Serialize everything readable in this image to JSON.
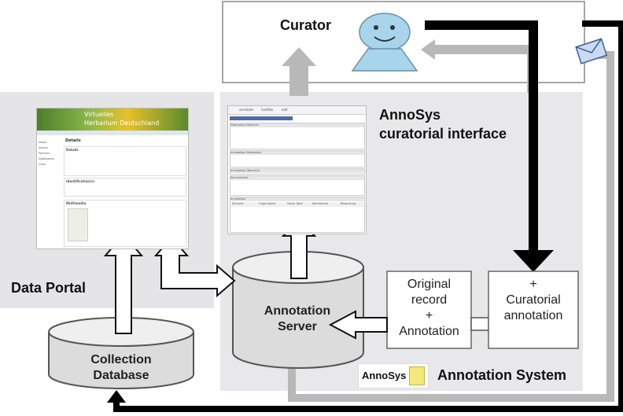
{
  "labels": {
    "curator": "Curator",
    "curatorial_interface_line1": "AnnoSys",
    "curatorial_interface_line2": "curatorial interface",
    "data_portal": "Data Portal",
    "annotation_server_line1": "Annotation",
    "annotation_server_line2": "Server",
    "collection_db_line1": "Collection",
    "collection_db_line2": "Database",
    "original_record_line1": "Original",
    "original_record_line2": "record",
    "original_record_line3": "+",
    "original_record_line4": "Annotation",
    "curatorial_annotation_line1": "+",
    "curatorial_annotation_line2": "Curatorial",
    "curatorial_annotation_line3": "annotation",
    "annotation_system": "Annotation System",
    "logo_text": "AnnoSys"
  },
  "portal_screenshot": {
    "banner_title_line1": "Virtuelles",
    "banner_title_line2": "Herbarium Deutschland",
    "page_heading": "Details",
    "section_details": "Details",
    "section_identification": "Identification(s)",
    "section_multimedia": "Multimedia",
    "nav_items": [
      "About",
      "Search",
      "Partners",
      "Digitisation",
      "Links"
    ]
  },
  "annosys_screenshot": {
    "toolbar_items": [
      "annotate",
      "hoeflab",
      "edit"
    ],
    "section_headers": [
      "Datensatz-Übersicht",
      "Annotation-Metadaten",
      "Annotation-Übersicht",
      "Kommentare",
      "Annotation"
    ],
    "table_headers": [
      "Element",
      "Originalwert",
      "Neuer Wert",
      "Kommentar",
      "Bewertung"
    ]
  },
  "colors": {
    "panel_gray": "#e5e5e8",
    "system_gray": "#e8e8ea",
    "light_arrow": "#b8b8b8",
    "dark_arrow": "#000000",
    "curator_face": "#a8d4ec",
    "box_stroke": "#666666"
  }
}
